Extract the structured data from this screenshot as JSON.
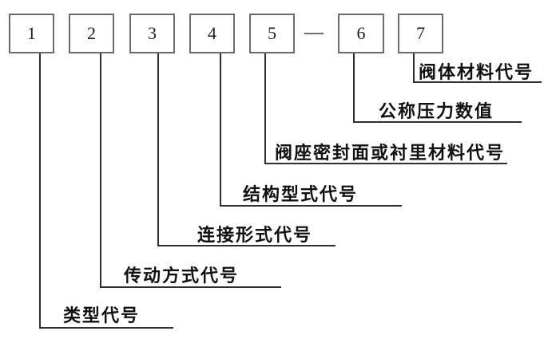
{
  "diagram": {
    "separator": "—",
    "boxes": [
      {
        "number": "1",
        "label": "类型代号"
      },
      {
        "number": "2",
        "label": "传动方式代号"
      },
      {
        "number": "3",
        "label": "连接形式代号"
      },
      {
        "number": "4",
        "label": "结构型式代号"
      },
      {
        "number": "5",
        "label": "阀座密封面或衬里材料代号"
      },
      {
        "number": "6",
        "label": "公称压力数值"
      },
      {
        "number": "7",
        "label": "阀体材料代号"
      }
    ],
    "colors": {
      "background": "#ffffff",
      "box_border": "#6b6b6b",
      "line": "#2f2f2f",
      "text": "#111111"
    }
  }
}
